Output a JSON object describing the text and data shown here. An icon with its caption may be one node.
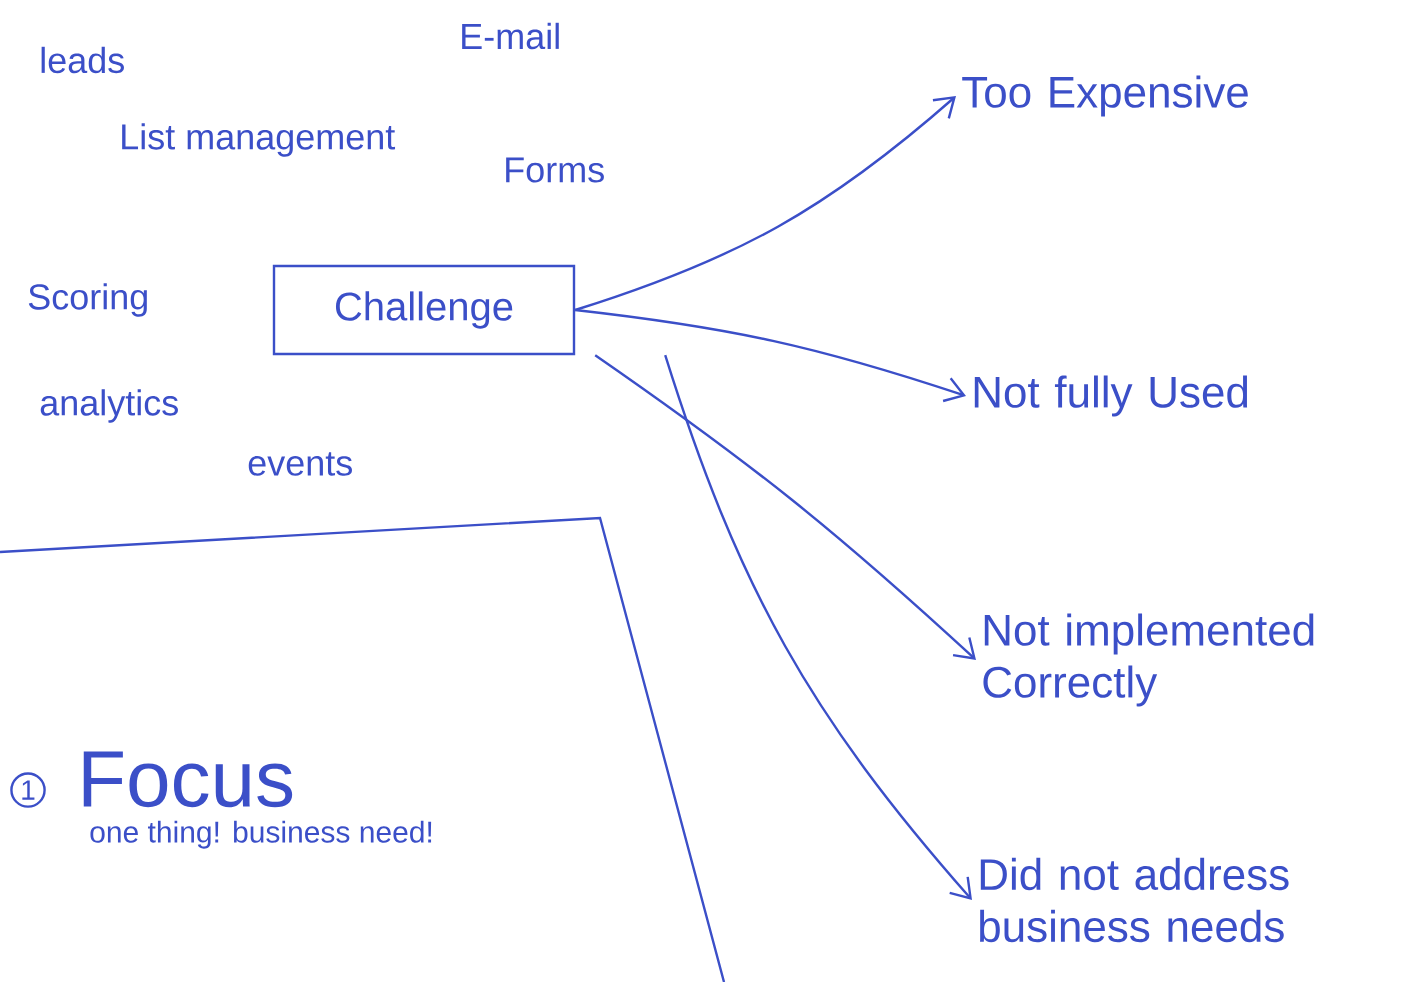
{
  "diagram": {
    "nodes": [
      {
        "text": [
          "Challenge"
        ]
      },
      {
        "text": [
          "Too Expensive"
        ]
      },
      {
        "text": [
          "Not fully Used"
        ]
      },
      {
        "text": [
          "Not implemented Correctly"
        ]
      },
      {
        "text": [
          "Did not address business needs"
        ]
      },
      {
        "text": [
          "Focus",
          "one thing! business need!"
        ]
      }
    ],
    "edges": [
      {
        "from": 0,
        "to": 1,
        "arrow": "to"
      },
      {
        "from": 0,
        "to": 2,
        "arrow": "to"
      },
      {
        "from": 0,
        "to": 3,
        "arrow": "to"
      },
      {
        "from": 0,
        "to": 4,
        "arrow": "to"
      }
    ],
    "labels": [
      "leads",
      "E-mail",
      "List management",
      "Forms",
      "Scoring",
      "analytics",
      "events",
      "1"
    ]
  }
}
